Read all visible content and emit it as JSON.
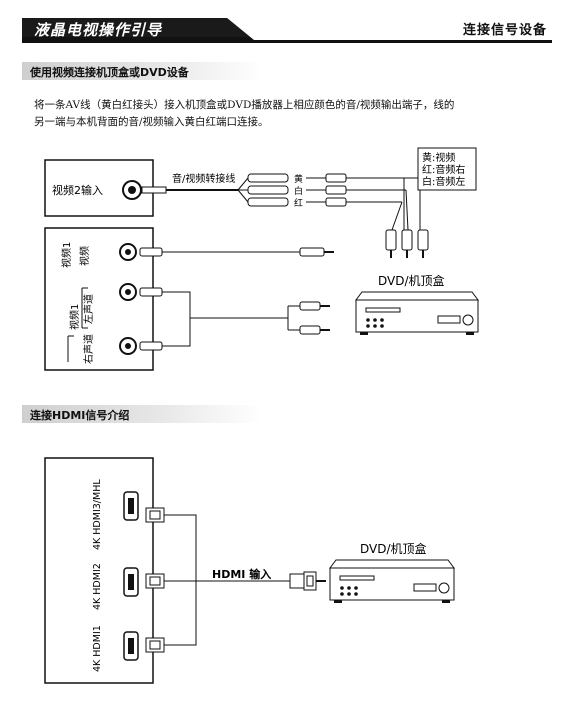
{
  "header": {
    "brand_title": "液晶电视操作引导",
    "section_name": "连接信号设备"
  },
  "av_section": {
    "heading": "使用视频连接机顶盒或DVD设备",
    "intro_line1": "将一条AV线（黄白红接头）接入机顶盒或DVD播放器上相应颜色的音/视频输出端子，线的",
    "intro_line2": "另一端与本机背面的音/视频输入黄白红端口连接。",
    "video2_label": "视频2输入",
    "cable_label": "音/视频转接线",
    "cable_colors": [
      "红",
      "白",
      "黄"
    ],
    "legend": [
      "黄:视频",
      "红:音频右",
      "白:音频左"
    ],
    "device_label": "DVD/机顶盒",
    "jack_labels": {
      "video1_a": "视频1",
      "video1_b": "视频",
      "left_a": "左声道",
      "left_b": "视频1",
      "right_a": "右声道"
    }
  },
  "hdmi_section": {
    "heading": "连接HDMI信号介绍",
    "ports": [
      "4K HDMI3/MHL",
      "4K HDMI2",
      "4K HDMI1"
    ],
    "input_label": "HDMI 输入",
    "device_label": "DVD/机顶盒"
  }
}
